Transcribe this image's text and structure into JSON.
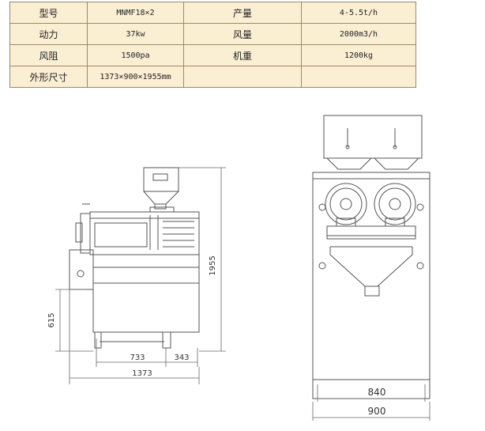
{
  "spec_table": {
    "rows": [
      {
        "label1": "型号",
        "value1": "MNMF18×2",
        "label2": "产量",
        "value2": "4-5.5t/h"
      },
      {
        "label1": "动力",
        "value1": "37kw",
        "label2": "风量",
        "value2": "2000m3/h"
      },
      {
        "label1": "风阻",
        "value1": "1500pa",
        "label2": "机重",
        "value2": "1200kg"
      },
      {
        "label1": "外形尺寸",
        "value1": "1373×900×1955mm",
        "label2": "",
        "value2": ""
      }
    ]
  },
  "side_view": {
    "height_total": "1955",
    "height_base": "615",
    "width_part_a": "733",
    "width_part_b": "343",
    "width_total": "1373"
  },
  "front_view": {
    "width_inner": "840",
    "width_outer": "900"
  }
}
